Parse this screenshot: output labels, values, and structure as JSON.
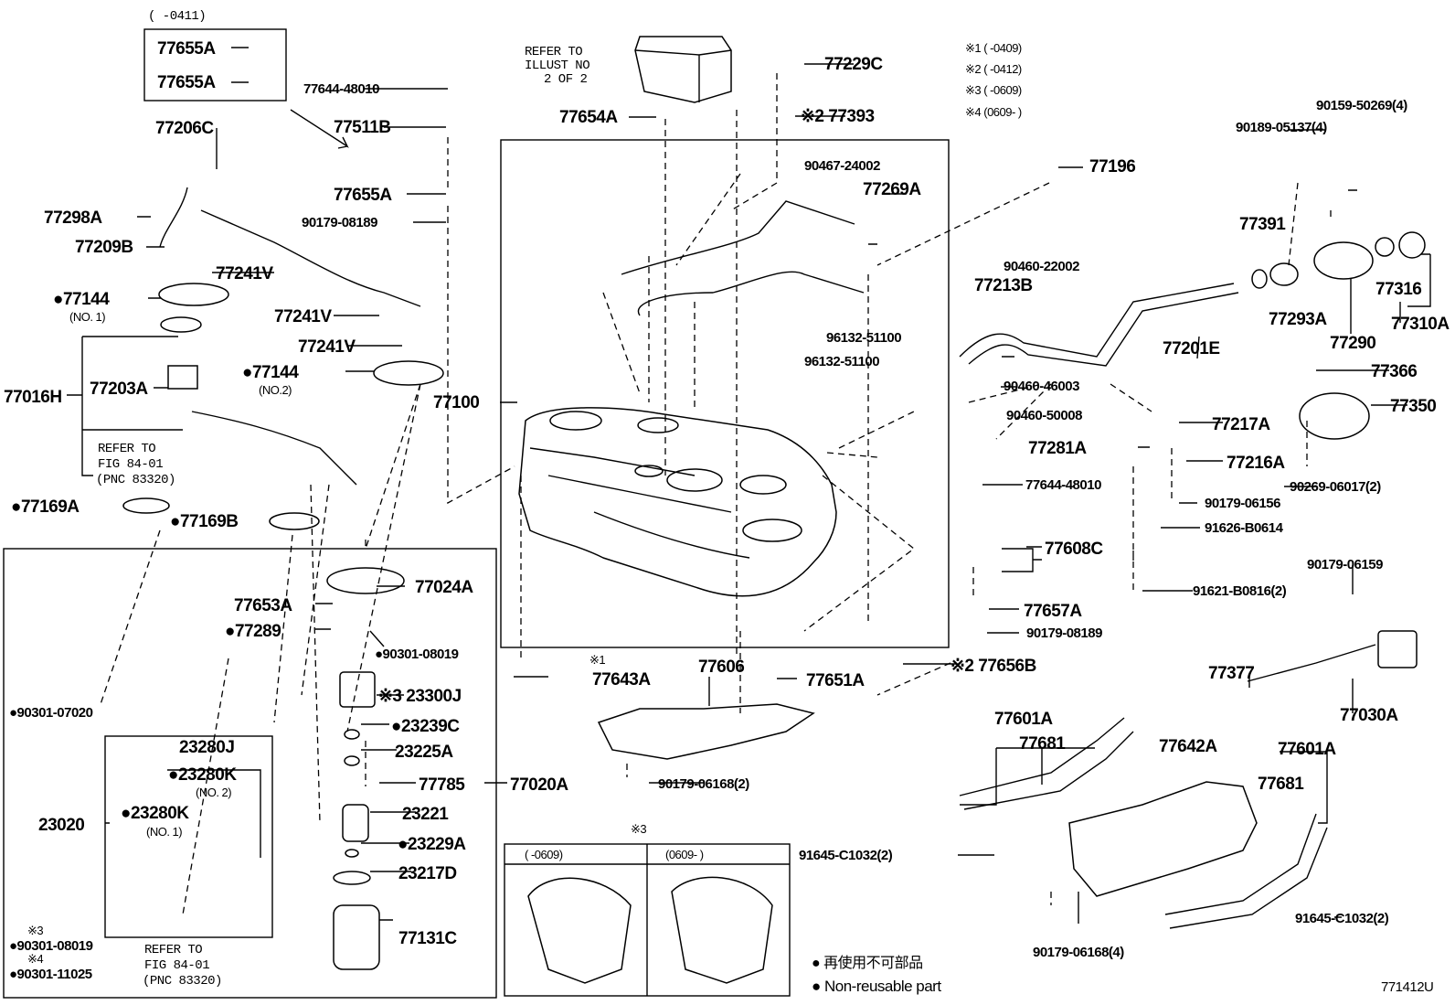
{
  "labels": {
    "l0411": "( -0411)",
    "l77655a_1": "77655A",
    "l77655a_2": "77655A",
    "l77644_top": "77644-48010",
    "l77511b": "77511B",
    "l77655a_3": "77655A",
    "l90179_08189_top": "90179-08189",
    "l77206c": "77206C",
    "l77298a": "77298A",
    "l77209b": "77209B",
    "l77241v_1": "77241V",
    "l77144_1": "●77144",
    "l_no1a": "(NO. 1)",
    "l77241v_2": "77241V",
    "l77241v_3": "77241V",
    "l77144_2": "●77144",
    "l_no2a": "(NO.2)",
    "l77016h": "77016H",
    "l77203a": "77203A",
    "l_refer1": "REFER TO",
    "l_fig1": "FIG 84-01",
    "l_pnc1": "(PNC 83320)",
    "l77169a": "●77169A",
    "l77169b": "●77169B",
    "l_refer_illust": "REFER TO",
    "l_illust_no": "ILLUST NO",
    "l_2of2": "2 OF 2",
    "l77654a": "77654A",
    "l77229c": "77229C",
    "l77393": "※2 77393",
    "l_n1": "※1 ( -0409)",
    "l_n2": "※2 ( -0412)",
    "l_n3": "※3 ( -0609)",
    "l_n4": "※4 (0609- )",
    "l90159": "90159-50269(4)",
    "l90189": "90189-05137(4)",
    "l90467": "90467-24002",
    "l77269a": "77269A",
    "l77196": "77196",
    "l77391": "77391",
    "l90460_22002": "90460-22002",
    "l77213b": "77213B",
    "l96132_a": "96132-51100",
    "l96132_b": "96132-51100",
    "l77316": "77316",
    "l77293a": "77293A",
    "l77310a": "77310A",
    "l77290": "77290",
    "l77201e": "77201E",
    "l90460_46003": "90460-46003",
    "l77366": "77366",
    "l77100": "77100",
    "l90460_50008": "90460-50008",
    "l77350": "77350",
    "l77217a": "77217A",
    "l77281a": "77281A",
    "l77216a": "77216A",
    "l90269": "90269-06017(2)",
    "l77644_right": "77644-48010",
    "l90179_06156": "90179-06156",
    "l91626": "91626-B0614",
    "l77608c": "77608C",
    "l90179_06159": "90179-06159",
    "l91621": "91621-B0816(2)",
    "l77657a": "77657A",
    "l90179_08189_r": "90179-08189",
    "l77653a": "77653A",
    "l77024a": "77024A",
    "l77289": "●77289",
    "l90301_08019a": "●90301-08019",
    "l77643a_mark": "※1",
    "l77643a": "77643A",
    "l77606": "77606",
    "l77651a": "77651A",
    "l77656b": "※2 77656B",
    "l77377": "77377",
    "l77030a": "77030A",
    "l90301_07020": "●90301-07020",
    "l23300j": "※3 23300J",
    "l23239c": "●23239C",
    "l23280j": "23280J",
    "l23225a": "23225A",
    "l23280k_1": "●23280K",
    "l_no2b": "(NO. 2)",
    "l77785": "77785",
    "l77020a": "77020A",
    "l90179_06168a": "90179-06168(2)",
    "l77601a_1": "77601A",
    "l77681_1": "77681",
    "l77642a": "77642A",
    "l77601a_2": "77601A",
    "l77681_2": "77681",
    "l23280k_2": "●23280K",
    "l_no1b": "(NO. 1)",
    "l23221": "23221",
    "l23020": "23020",
    "l23229a": "●23229A",
    "l_mark3": "※3",
    "l_r0609": "( -0609)",
    "l_r0609b": "(0609- )",
    "l23217d": "23217D",
    "l91645_a": "91645-C1032(2)",
    "l91645_b": "91645-C1032(2)",
    "l_m3b": "※3",
    "l90301_08019b": "●90301-08019",
    "l_m4": "※4",
    "l90301_11025": "●90301-11025",
    "l_refer2": "REFER TO",
    "l_fig2": "FIG 84-01",
    "l_pnc2": "(PNC 83320)",
    "l77131c": "77131C",
    "l90179_06168b": "90179-06168(4)",
    "l_jp": "● 再使用不可部品",
    "l_nonreuse": "● Non-reusable part",
    "l_code": "771412U"
  }
}
